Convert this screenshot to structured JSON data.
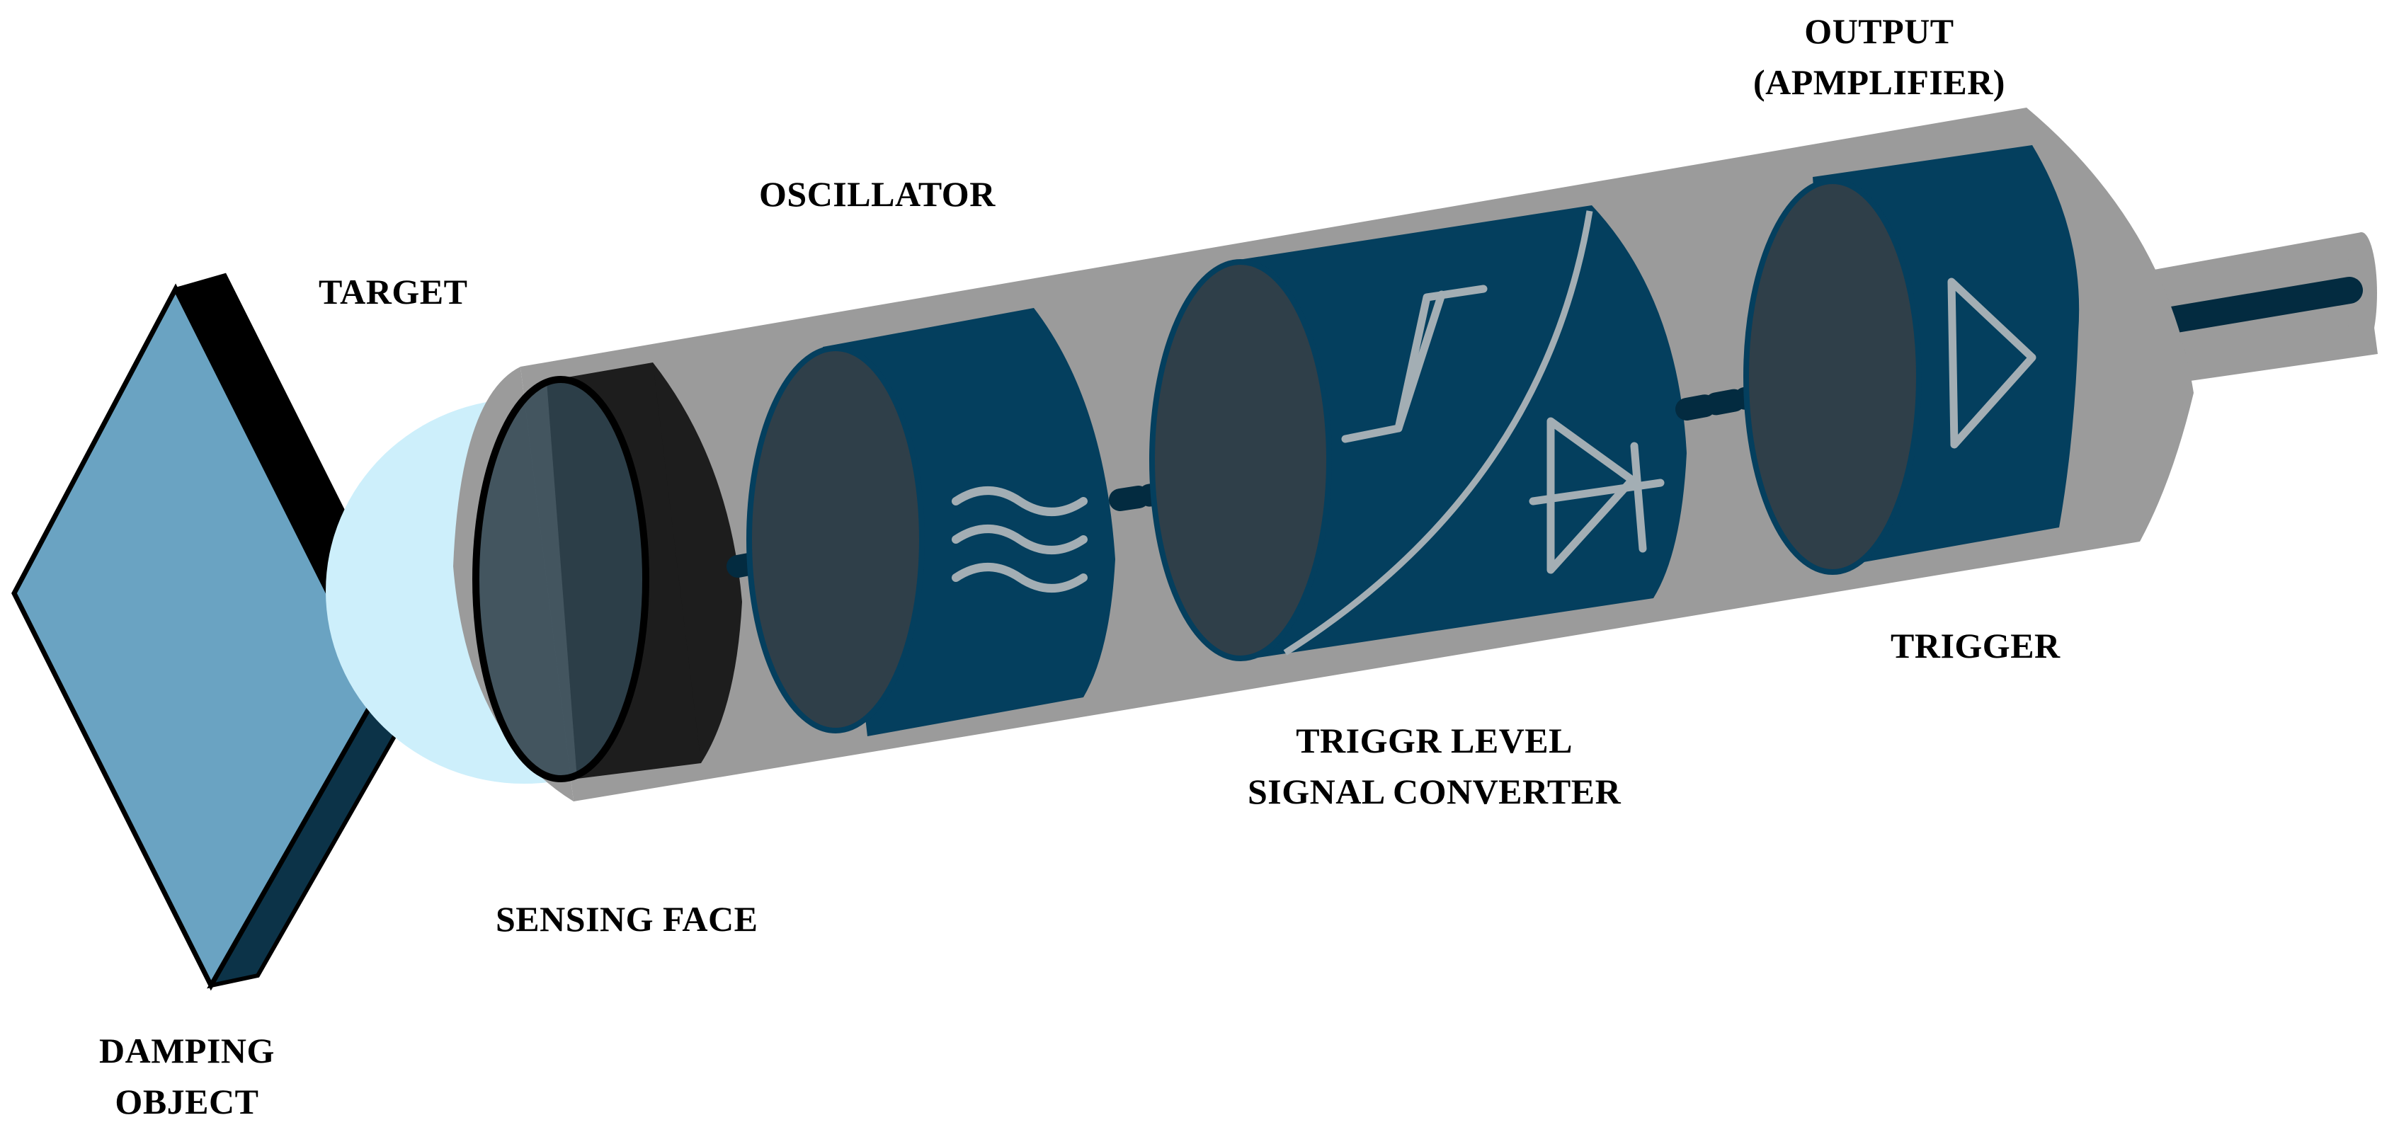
{
  "labels": {
    "target": "TARGET",
    "damping_object": [
      "DAMPING",
      "OBJECT"
    ],
    "sensing_face": "SENSING FACE",
    "oscillator": "OSCILLATOR",
    "trigger_level_converter": [
      "TRIGGR LEVEL",
      "SIGNAL CONVERTER"
    ],
    "trigger": "TRIGGER",
    "output": [
      "OUTPUT",
      "(APMPLIFIER)"
    ]
  },
  "colors": {
    "housing": "#9b9b9b",
    "module_blue": "#043f5e",
    "module_face": "#2f3f49",
    "target_face": "#6aa3c2",
    "target_edge": "#0c3348",
    "sensing_glow": "#cdeffb",
    "sensor_ring": "#1d1d1d",
    "symbol_stroke": "#a3aeb4",
    "connector": "#032b40"
  },
  "icons": [
    "wave-icon",
    "hysteresis-icon",
    "diode-icon",
    "amplifier-triangle-icon"
  ]
}
